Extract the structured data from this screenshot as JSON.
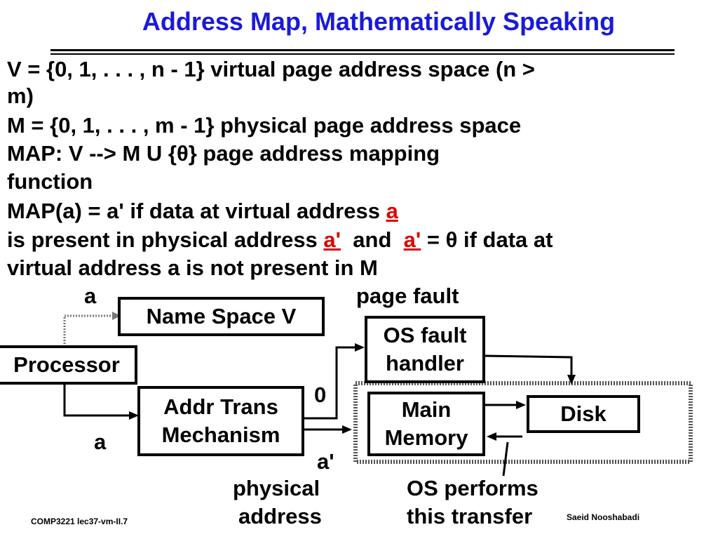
{
  "title": "Address Map, Mathematically Speaking",
  "text": {
    "line1": "V = {0, 1, . . . , n - 1}   virtual page address space (n >",
    "line2": "m)",
    "line3": "M = {0, 1, . . . , m - 1}  physical page address space",
    "line4a": "MAP:  V -->  M  U  {",
    "theta": "θ",
    "line4b": "}  page address mapping",
    "line5": "function",
    "line6a": "MAP(a)  =  a'  if data at virtual address ",
    "line6_a": "a",
    "line7a": "is present in physical address ",
    "line7_ap1": "a'",
    "line7_and": "  and  ",
    "line7_ap2": "a'",
    "line7_eq": " = ",
    "line7_end": " if data at",
    "line8": "virtual address a is not present in M"
  },
  "diagram": {
    "label_a_top": "a",
    "name_space": "Name Space V",
    "processor": "Processor",
    "addr_trans_1": "Addr Trans",
    "addr_trans_2": "Mechanism",
    "label_a_bottom": "a",
    "label_zero": "0",
    "page_fault": "page fault",
    "os_fault_1": "OS fault",
    "os_fault_2": "handler",
    "main_mem_1": "Main",
    "main_mem_2": "Memory",
    "disk": "Disk",
    "label_a_prime": "a'",
    "physical_1": "physical",
    "physical_2": "address",
    "os_performs_1": "OS performs",
    "os_performs_2": "this transfer"
  },
  "footer": {
    "course": "COMP3221  lec37-vm-II.7",
    "author": "Saeid Nooshabadi"
  }
}
